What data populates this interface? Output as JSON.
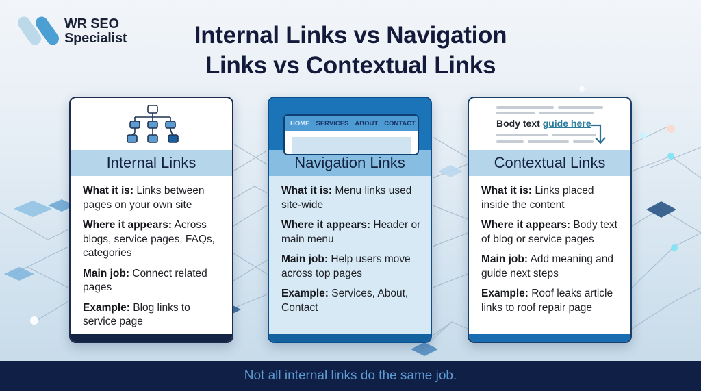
{
  "brand": {
    "line1": "WR SEO",
    "line2": "Specialist"
  },
  "title": {
    "line1": "Internal Links vs Navigation",
    "line2": "Links vs Contextual Links"
  },
  "cards": [
    {
      "heading": "Internal Links",
      "icon": "hierarchy-sitemap-icon",
      "items": [
        {
          "label": "What it is:",
          "text": " Links between pages on your own site"
        },
        {
          "label": "Where it appears:",
          "text": " Across blogs, service pages, FAQs, categories"
        },
        {
          "label": "Main job:",
          "text": " Connect related pages"
        },
        {
          "label": "Example:",
          "text": " Blog links to service page"
        }
      ]
    },
    {
      "heading": "Navigation Links",
      "icon": "website-menu-icon",
      "nav_items": [
        "HOME",
        "SERVICES",
        "ABOUT",
        "CONTACT"
      ],
      "items": [
        {
          "label": "What it is:",
          "text": " Menu links used site-wide"
        },
        {
          "label": "Where it appears:",
          "text": " Header or main menu"
        },
        {
          "label": "Main job:",
          "text": " Help users move across top pages"
        },
        {
          "label": "Example:",
          "text": " Services, About, Contact"
        }
      ]
    },
    {
      "heading": "Contextual Links",
      "icon": "body-text-link-icon",
      "mock_text": "Body text ",
      "mock_link": "guide here",
      "items": [
        {
          "label": "What it is:",
          "text": " Links placed inside the content"
        },
        {
          "label": "Where it appears:",
          "text": " Body text of blog or service pages"
        },
        {
          "label": "Main job:",
          "text": " Add meaning and guide next steps"
        },
        {
          "label": "Example:",
          "text": " Roof leaks article links to roof repair page"
        }
      ]
    }
  ],
  "footer": {
    "text": "Not all internal links do the same job."
  },
  "colors": {
    "navy": "#141b3a",
    "accent_blue": "#1c74b8",
    "light_band": "#b5d6ea",
    "footer_bg": "#0f1f45",
    "footer_text": "#5e9bd1",
    "link_teal": "#2b7b9b"
  }
}
